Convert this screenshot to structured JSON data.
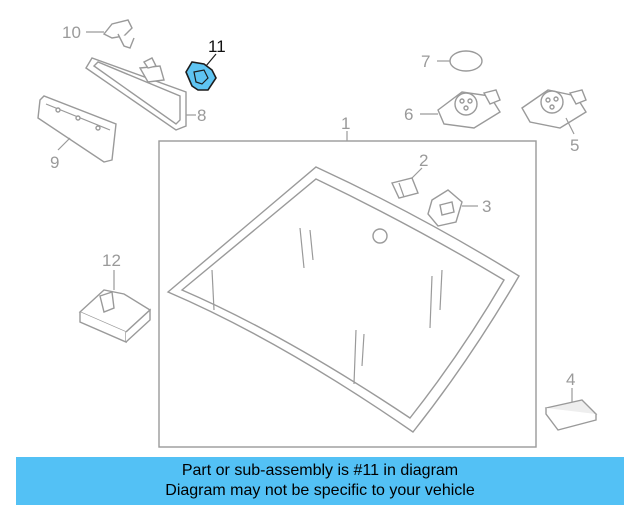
{
  "diagram": {
    "callouts": [
      "1",
      "2",
      "3",
      "4",
      "5",
      "6",
      "7",
      "8",
      "9",
      "10",
      "11",
      "12"
    ],
    "highlighted": "11",
    "colors": {
      "highlight": "#5ec4f2",
      "line": "#9a9a9a",
      "banner": "#53c1f5"
    }
  },
  "caption": {
    "line1": "Part or sub-assembly is #11 in diagram",
    "line2": "Diagram may not be specific to your vehicle"
  }
}
